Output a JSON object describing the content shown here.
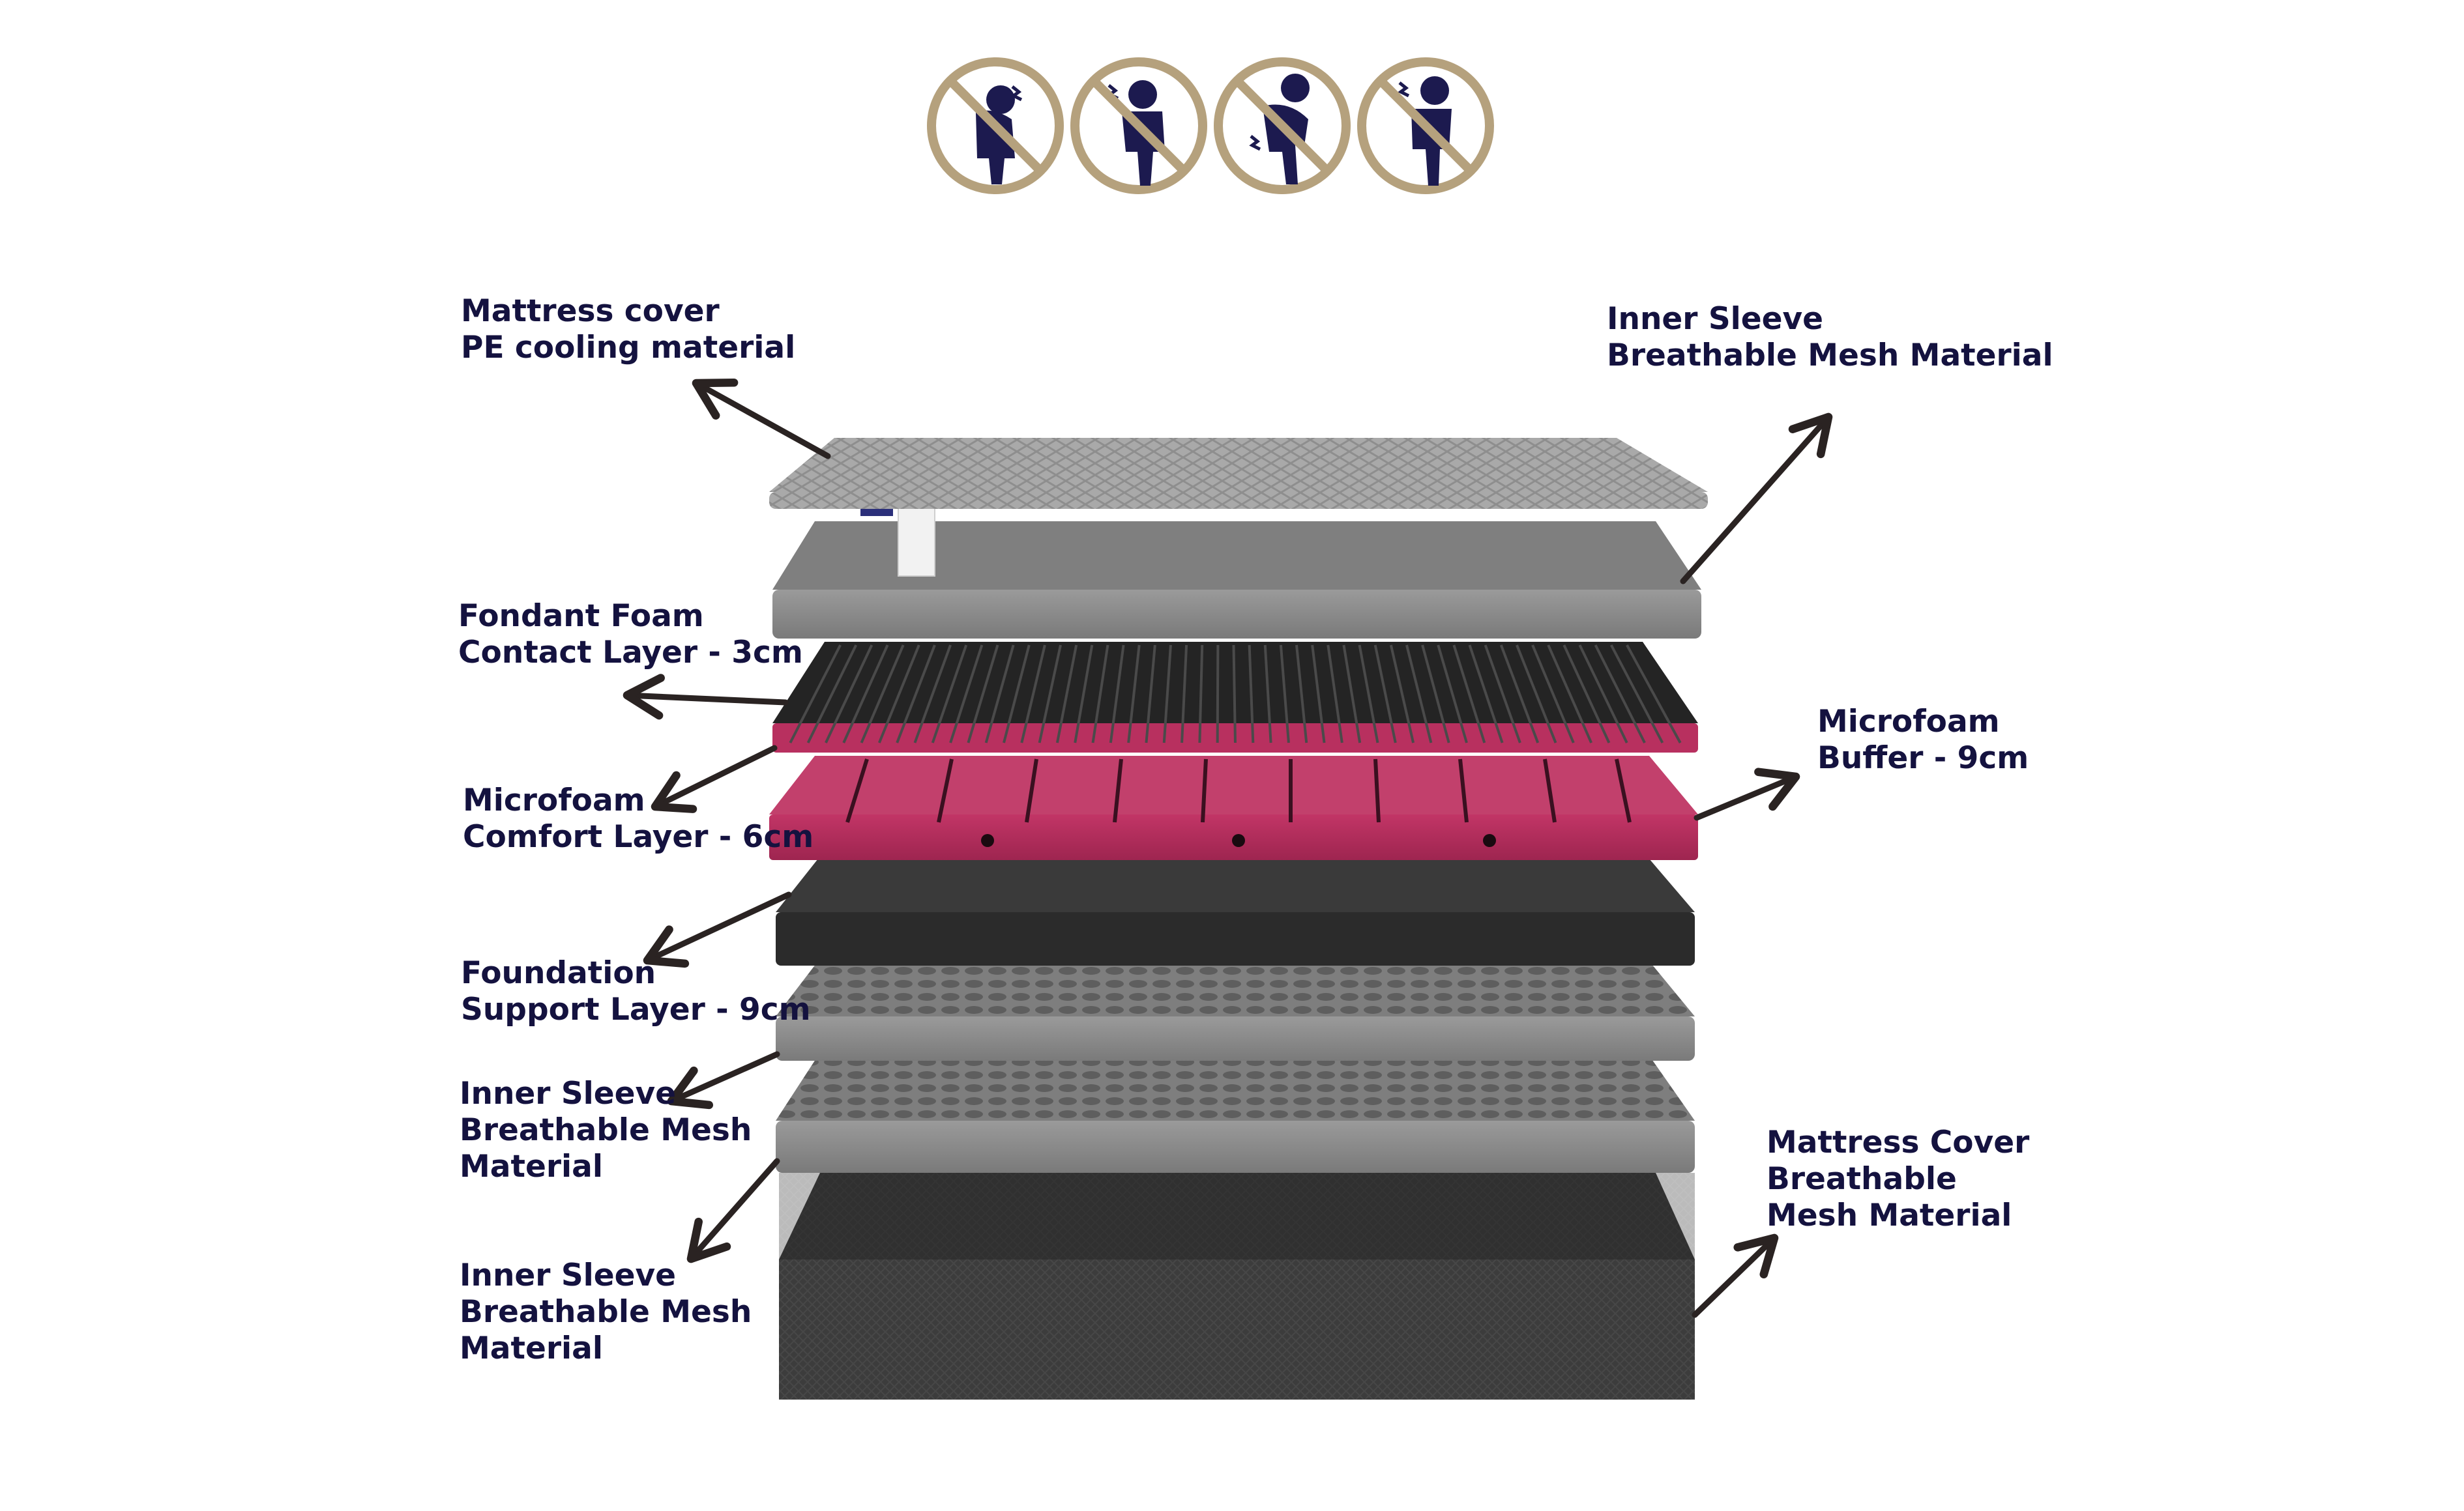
{
  "colors": {
    "ring": "#b5a17d",
    "figure": "#1c1a4f",
    "label_text": "#14123f",
    "arrow": "#2a2322",
    "cover_top": "#a8a8a8",
    "sleeve_grey": "#8a8a8a",
    "foam_black": "#2b2b2b",
    "foam_pink": "#b8305f",
    "base_dark": "#3a3a3a"
  },
  "icons": [
    "no-neck-pain-icon",
    "no-shoulder-pain-icon",
    "no-back-pain-icon",
    "no-chest-pain-icon"
  ],
  "labels": {
    "cover_top": [
      "Mattress cover",
      "PE cooling material"
    ],
    "inner_sleeve_top": [
      "Inner Sleeve",
      "Breathable Mesh Material"
    ],
    "fondant": [
      "Fondant Foam",
      "Contact Layer - 3cm"
    ],
    "microfoam_buffer": [
      "Microfoam",
      "Buffer - 9cm"
    ],
    "microfoam_comfort": [
      "Microfoam",
      "Comfort Layer - 6cm"
    ],
    "foundation": [
      "Foundation",
      "Support Layer - 9cm"
    ],
    "inner_sleeve_mid": [
      "Inner Sleeve",
      "Breathable Mesh",
      "Material"
    ],
    "inner_sleeve_low": [
      "Inner Sleeve",
      "Breathable Mesh",
      "Material"
    ],
    "cover_bottom": [
      "Mattress Cover",
      "Breathable",
      "Mesh Material"
    ]
  }
}
